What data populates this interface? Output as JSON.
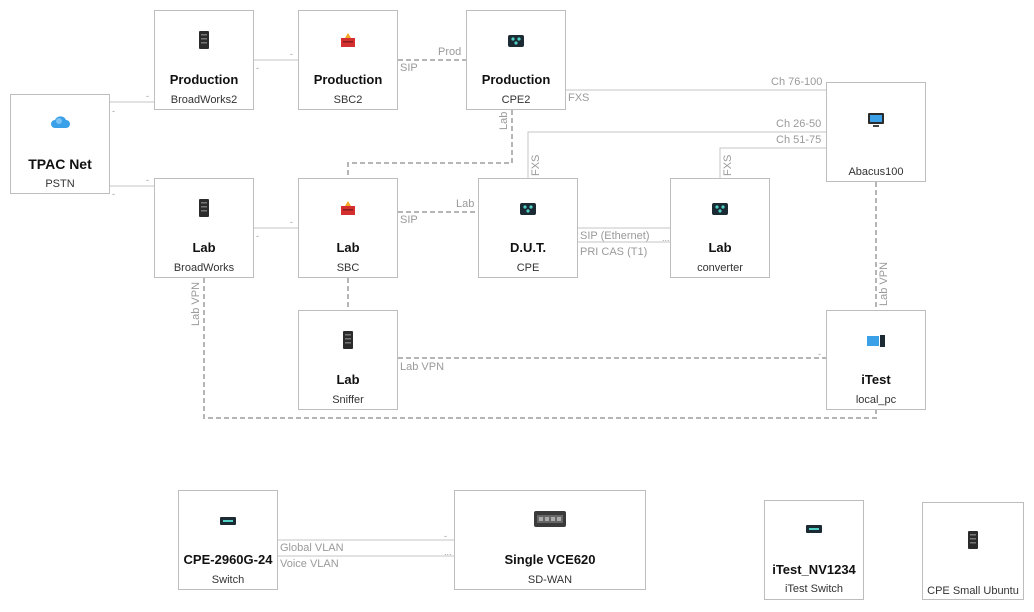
{
  "nodes": {
    "tpac": {
      "title": "TPAC Net",
      "sub": "PSTN",
      "icon": "cloud-icon"
    },
    "prod_bw": {
      "title": "Production",
      "sub": "BroadWorks2",
      "icon": "server-icon"
    },
    "prod_sbc": {
      "title": "Production",
      "sub": "SBC2",
      "icon": "firewall-icon"
    },
    "prod_cpe": {
      "title": "Production",
      "sub": "CPE2",
      "icon": "router-icon"
    },
    "abacus": {
      "title": "",
      "sub": "Abacus100",
      "icon": "monitor-icon"
    },
    "lab_bw": {
      "title": "Lab",
      "sub": "BroadWorks",
      "icon": "server-icon"
    },
    "lab_sbc": {
      "title": "Lab",
      "sub": "SBC",
      "icon": "firewall-icon"
    },
    "dut": {
      "title": "D.U.T.",
      "sub": "CPE",
      "icon": "router-icon"
    },
    "lab_conv": {
      "title": "Lab",
      "sub": "converter",
      "icon": "router-icon"
    },
    "sniffer": {
      "title": "Lab",
      "sub": "Sniffer",
      "icon": "server-icon"
    },
    "itest": {
      "title": "iTest",
      "sub": "local_pc",
      "icon": "pc-icon"
    },
    "cpe2960": {
      "title": "CPE-2960G-24",
      "sub": "Switch",
      "icon": "switch-icon"
    },
    "vce": {
      "title": "Single VCE620",
      "sub": "SD-WAN",
      "icon": "appliance-icon"
    },
    "itest_nv": {
      "title": "iTest_NV1234",
      "sub": "iTest Switch",
      "icon": "switch-icon"
    },
    "cpe_ubuntu": {
      "title": "",
      "sub": "CPE Small Ubuntu",
      "icon": "server-icon"
    }
  },
  "links": {
    "prod_sip": "SIP",
    "prod_prod": "Prod",
    "fxs_prod": "FXS",
    "ch_76_100": "Ch 76-100",
    "ch_26_50": "Ch 26-50",
    "ch_51_75": "Ch 51-75",
    "lab_up": "Lab",
    "dut_fxs": "FXS",
    "conv_fxs": "FXS",
    "lab_sip": "SIP",
    "lab_lab": "Lab",
    "sip_eth": "SIP (Ethernet)",
    "pri_cas": "PRI CAS (T1)",
    "lab_vpn_left": "Lab VPN",
    "lab_vpn_mid": "Lab VPN",
    "lab_vpn_right": "Lab VPN",
    "global_vlan": "Global VLAN",
    "voice_vlan": "Voice VLAN"
  },
  "colors": {
    "solid_link": "#c4c4c4",
    "dashed_link": "#b5b5b5",
    "node_border": "#bdbdbd",
    "label": "#9a9a9a"
  }
}
